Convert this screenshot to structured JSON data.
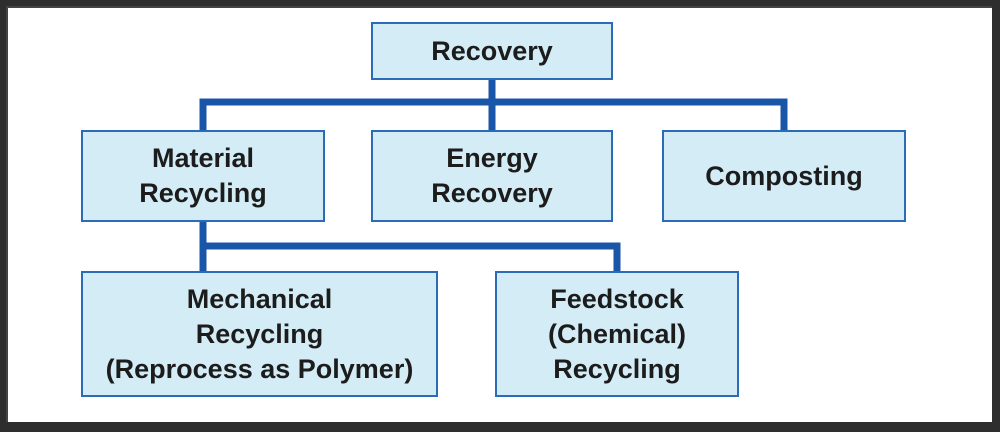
{
  "diagram": {
    "root": {
      "label": "Recovery"
    },
    "level1": [
      {
        "label": "Material\nRecycling"
      },
      {
        "label": "Energy\nRecovery"
      },
      {
        "label": "Composting"
      }
    ],
    "level2": [
      {
        "label": "Mechanical\nRecycling\n(Reprocess as Polymer)"
      },
      {
        "label": "Feedstock\n(Chemical)\nRecycling"
      }
    ],
    "colors": {
      "box_fill": "#d4ecf6",
      "box_border": "#2b6cb8",
      "connector": "#1a56a8",
      "text": "#1c1c1c",
      "outer_background": "#2e2e2e",
      "canvas_background": "#ffffff"
    }
  }
}
